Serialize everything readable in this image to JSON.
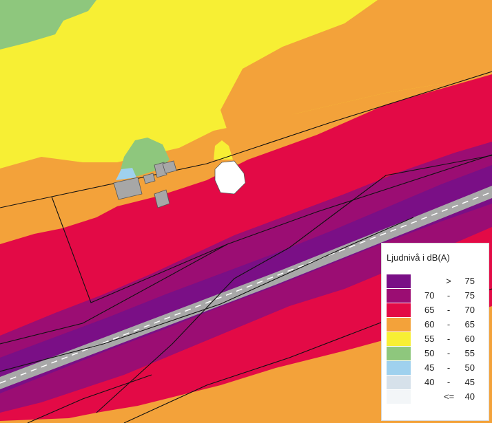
{
  "map": {
    "colors": {
      "gt75": "#7a0f86",
      "r70_75": "#9b0d73",
      "r65_70": "#e30a46",
      "r60_65": "#f3a23a",
      "r55_60": "#f7ef34",
      "r50_55": "#8ec77d",
      "r45_50": "#9fd1ee",
      "r40_45": "#d6e1ea",
      "le40": "#f3f6f8",
      "building_grey": "#a7a7a7",
      "building_white": "#ffffff",
      "road": "#a8a8a8"
    }
  },
  "legend": {
    "title": "Ljudnivå i dB(A)",
    "rows": [
      {
        "low": "",
        "sep": ">",
        "high": "75",
        "color": "#7a0f86"
      },
      {
        "low": "70",
        "sep": "-",
        "high": "75",
        "color": "#9b0d73"
      },
      {
        "low": "65",
        "sep": "-",
        "high": "70",
        "color": "#e30a46"
      },
      {
        "low": "60",
        "sep": "-",
        "high": "65",
        "color": "#f3a23a"
      },
      {
        "low": "55",
        "sep": "-",
        "high": "60",
        "color": "#f7ef34"
      },
      {
        "low": "50",
        "sep": "-",
        "high": "55",
        "color": "#8ec77d"
      },
      {
        "low": "45",
        "sep": "-",
        "high": "50",
        "color": "#9fd1ee"
      },
      {
        "low": "40",
        "sep": "-",
        "high": "45",
        "color": "#d6e1ea"
      },
      {
        "low": "",
        "sep": "<=",
        "high": "40",
        "color": "#f3f6f8"
      }
    ]
  }
}
